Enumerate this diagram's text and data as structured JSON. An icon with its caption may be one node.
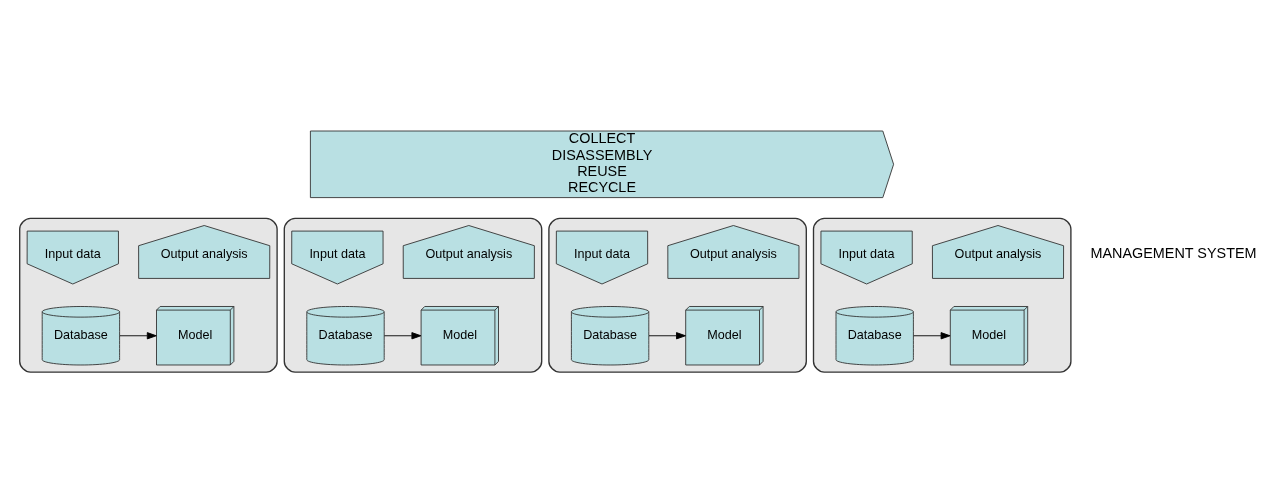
{
  "diagram": {
    "nodes": [
      {
        "text": [
          "COLLECT",
          "DISASSEMBLY",
          "REUSE",
          "RECYCLE"
        ]
      },
      {
        "text": [],
        "shape": "box"
      },
      {
        "text": [
          "Input data"
        ],
        "in": 1
      },
      {
        "text": [
          "Output analysis"
        ],
        "in": 1
      },
      {
        "text": [
          "Database"
        ],
        "in": 1
      },
      {
        "text": [
          "Model"
        ],
        "in": 1
      },
      {
        "text": [],
        "shape": "box"
      },
      {
        "text": [
          "Input data"
        ],
        "in": 6
      },
      {
        "text": [
          "Output analysis"
        ],
        "in": 6
      },
      {
        "text": [
          "Database"
        ],
        "in": 6
      },
      {
        "text": [
          "Model"
        ],
        "in": 6
      },
      {
        "text": [],
        "shape": "box"
      },
      {
        "text": [
          "Input data"
        ],
        "in": 11
      },
      {
        "text": [
          "Output analysis"
        ],
        "in": 11
      },
      {
        "text": [
          "Database"
        ],
        "in": 11
      },
      {
        "text": [
          "Model"
        ],
        "in": 11
      },
      {
        "text": [],
        "shape": "box"
      },
      {
        "text": [
          "Input data"
        ],
        "in": 16
      },
      {
        "text": [
          "Output analysis"
        ],
        "in": 16
      },
      {
        "text": [
          "Database"
        ],
        "in": 16
      },
      {
        "text": [
          "Model"
        ],
        "in": 16
      }
    ],
    "edges": [
      {
        "from": 4,
        "to": 5,
        "arrow": "to"
      },
      {
        "from": 9,
        "to": 10,
        "arrow": "to"
      },
      {
        "from": 14,
        "to": 15,
        "arrow": "to"
      },
      {
        "from": 19,
        "to": 20,
        "arrow": "to"
      }
    ],
    "labels": [
      "MANAGEMENT SYSTEM"
    ]
  }
}
